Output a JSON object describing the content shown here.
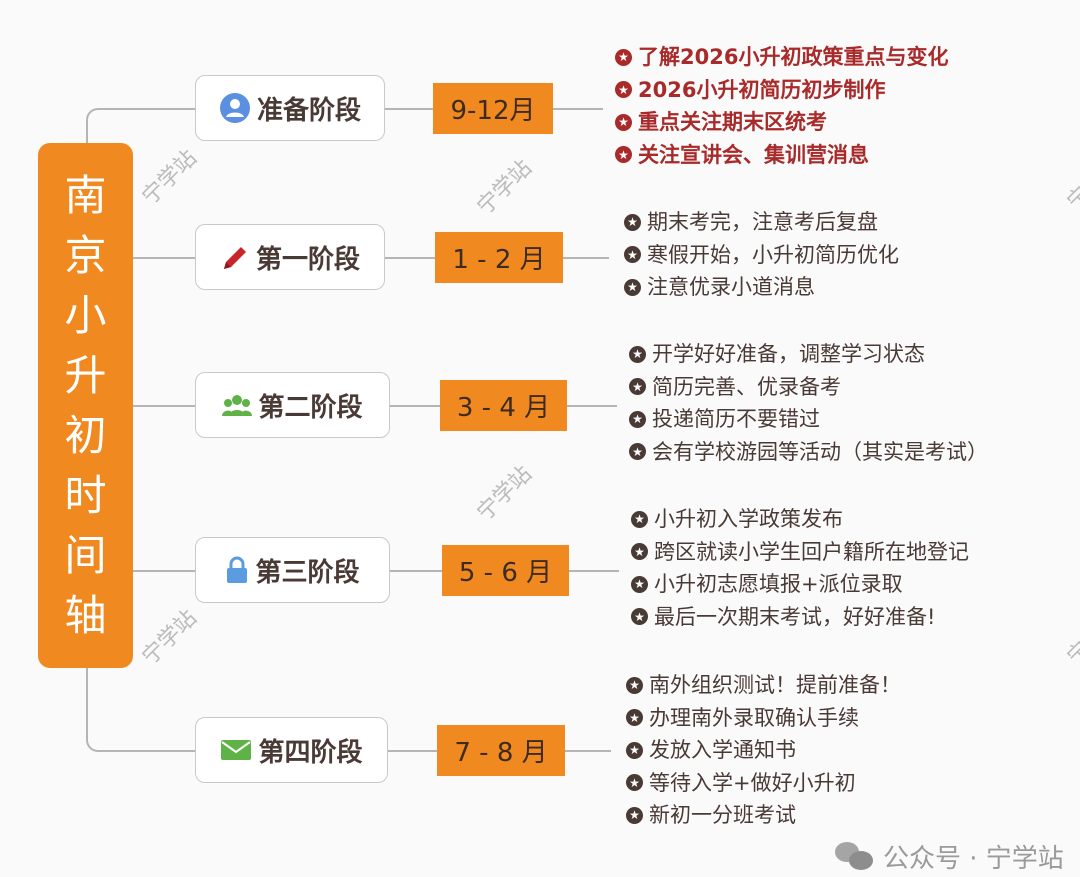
{
  "title": "南京小升初时间轴",
  "title_chars": [
    "南",
    "京",
    "小",
    "升",
    "初",
    "时",
    "间",
    "轴"
  ],
  "stages": [
    {
      "name": "准备阶段",
      "icon": "user-icon",
      "months": "9-12月",
      "items": [
        "了解2026小升初政策重点与变化",
        "2026小升初简历初步制作",
        "重点关注期末区统考",
        "关注宣讲会、集训营消息"
      ]
    },
    {
      "name": "第一阶段",
      "icon": "pencil-icon",
      "months": "1 - 2 月",
      "items": [
        "期末考完，注意考后复盘",
        "寒假开始，小升初简历优化",
        "注意优录小道消息"
      ]
    },
    {
      "name": "第二阶段",
      "icon": "group-icon",
      "months": "3 - 4 月",
      "items": [
        "开学好好准备，调整学习状态",
        "简历完善、优录备考",
        "投递简历不要错过",
        "会有学校游园等活动（其实是考试）"
      ]
    },
    {
      "name": "第三阶段",
      "icon": "lock-icon",
      "months": "5 - 6 月",
      "items": [
        "小升初入学政策发布",
        "跨区就读小学生回户籍所在地登记",
        "小升初志愿填报+派位录取",
        "最后一次期末考试，好好准备!"
      ]
    },
    {
      "name": "第四阶段",
      "icon": "envelope-icon",
      "months": "7 - 8 月",
      "items": [
        "南外组织测试！提前准备！",
        "办理南外录取确认手续",
        "发放入学通知书",
        "等待入学+做好小升初",
        "新初一分班考试"
      ]
    }
  ],
  "watermark": "宁学站",
  "footer": "公众号 · 宁学站",
  "colors": {
    "accent": "#f0891f",
    "highlight": "#a82a2a",
    "text": "#4a3a36"
  }
}
